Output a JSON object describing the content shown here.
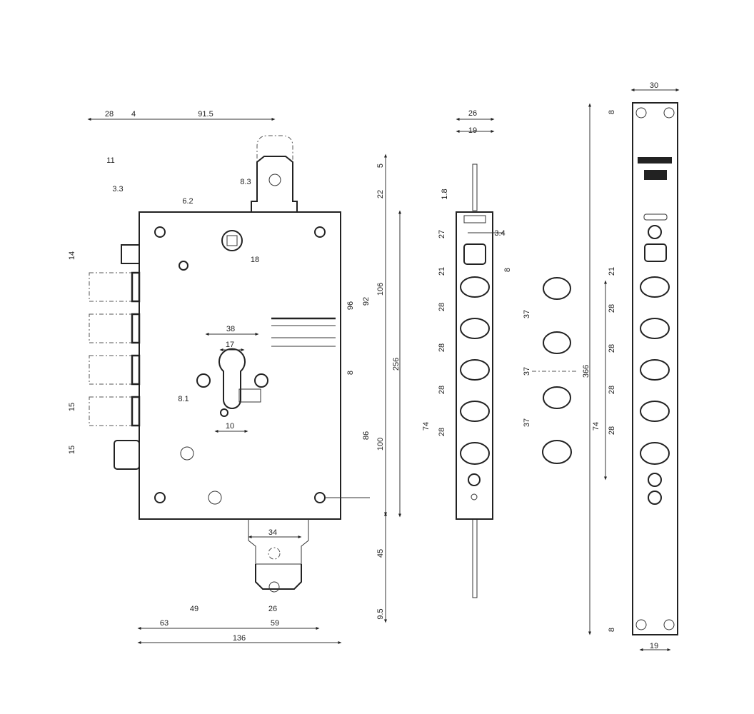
{
  "lock_body": {
    "top": [
      "28",
      "4",
      "91.5"
    ],
    "left": [
      "11",
      "3.3",
      "6.2",
      "14",
      "15",
      "15"
    ],
    "holes": [
      "8.3",
      "18",
      "38",
      "17",
      "8.1",
      "10"
    ],
    "right": [
      "5",
      "22",
      "96",
      "92",
      "106",
      "8",
      "256",
      "86",
      "100",
      "45",
      "9.5"
    ],
    "bottom": [
      "49",
      "26",
      "63",
      "59",
      "136",
      "34"
    ]
  },
  "side_strip": {
    "labels": [
      "26",
      "19",
      "1.8",
      "27",
      "3.4",
      "21",
      "28",
      "28",
      "28",
      "28",
      "74",
      "8"
    ]
  },
  "bolt_column": {
    "labels": [
      "37",
      "37",
      "37",
      "366"
    ]
  },
  "faceplate": {
    "labels": [
      "30",
      "8",
      "21",
      "28",
      "28",
      "28",
      "28",
      "74",
      "8",
      "19"
    ]
  }
}
